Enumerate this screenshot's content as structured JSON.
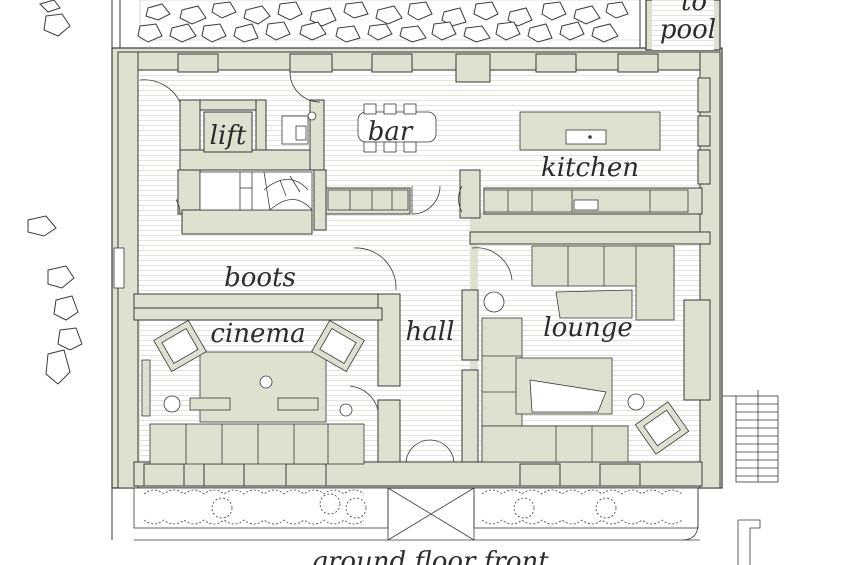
{
  "plan": {
    "caption": "ground floor front",
    "colors": {
      "wall": "#dde2d0",
      "outline": "#3a3a3a",
      "floor": "#ffffff",
      "hatch": "#cfd6c0"
    },
    "rooms": {
      "lift": "lift",
      "bar": "bar",
      "kitchen": "kitchen",
      "boots": "boots",
      "cinema": "cinema",
      "hall": "hall",
      "lounge": "lounge",
      "to_pool_line1": "to",
      "to_pool_line2": "pool"
    }
  }
}
